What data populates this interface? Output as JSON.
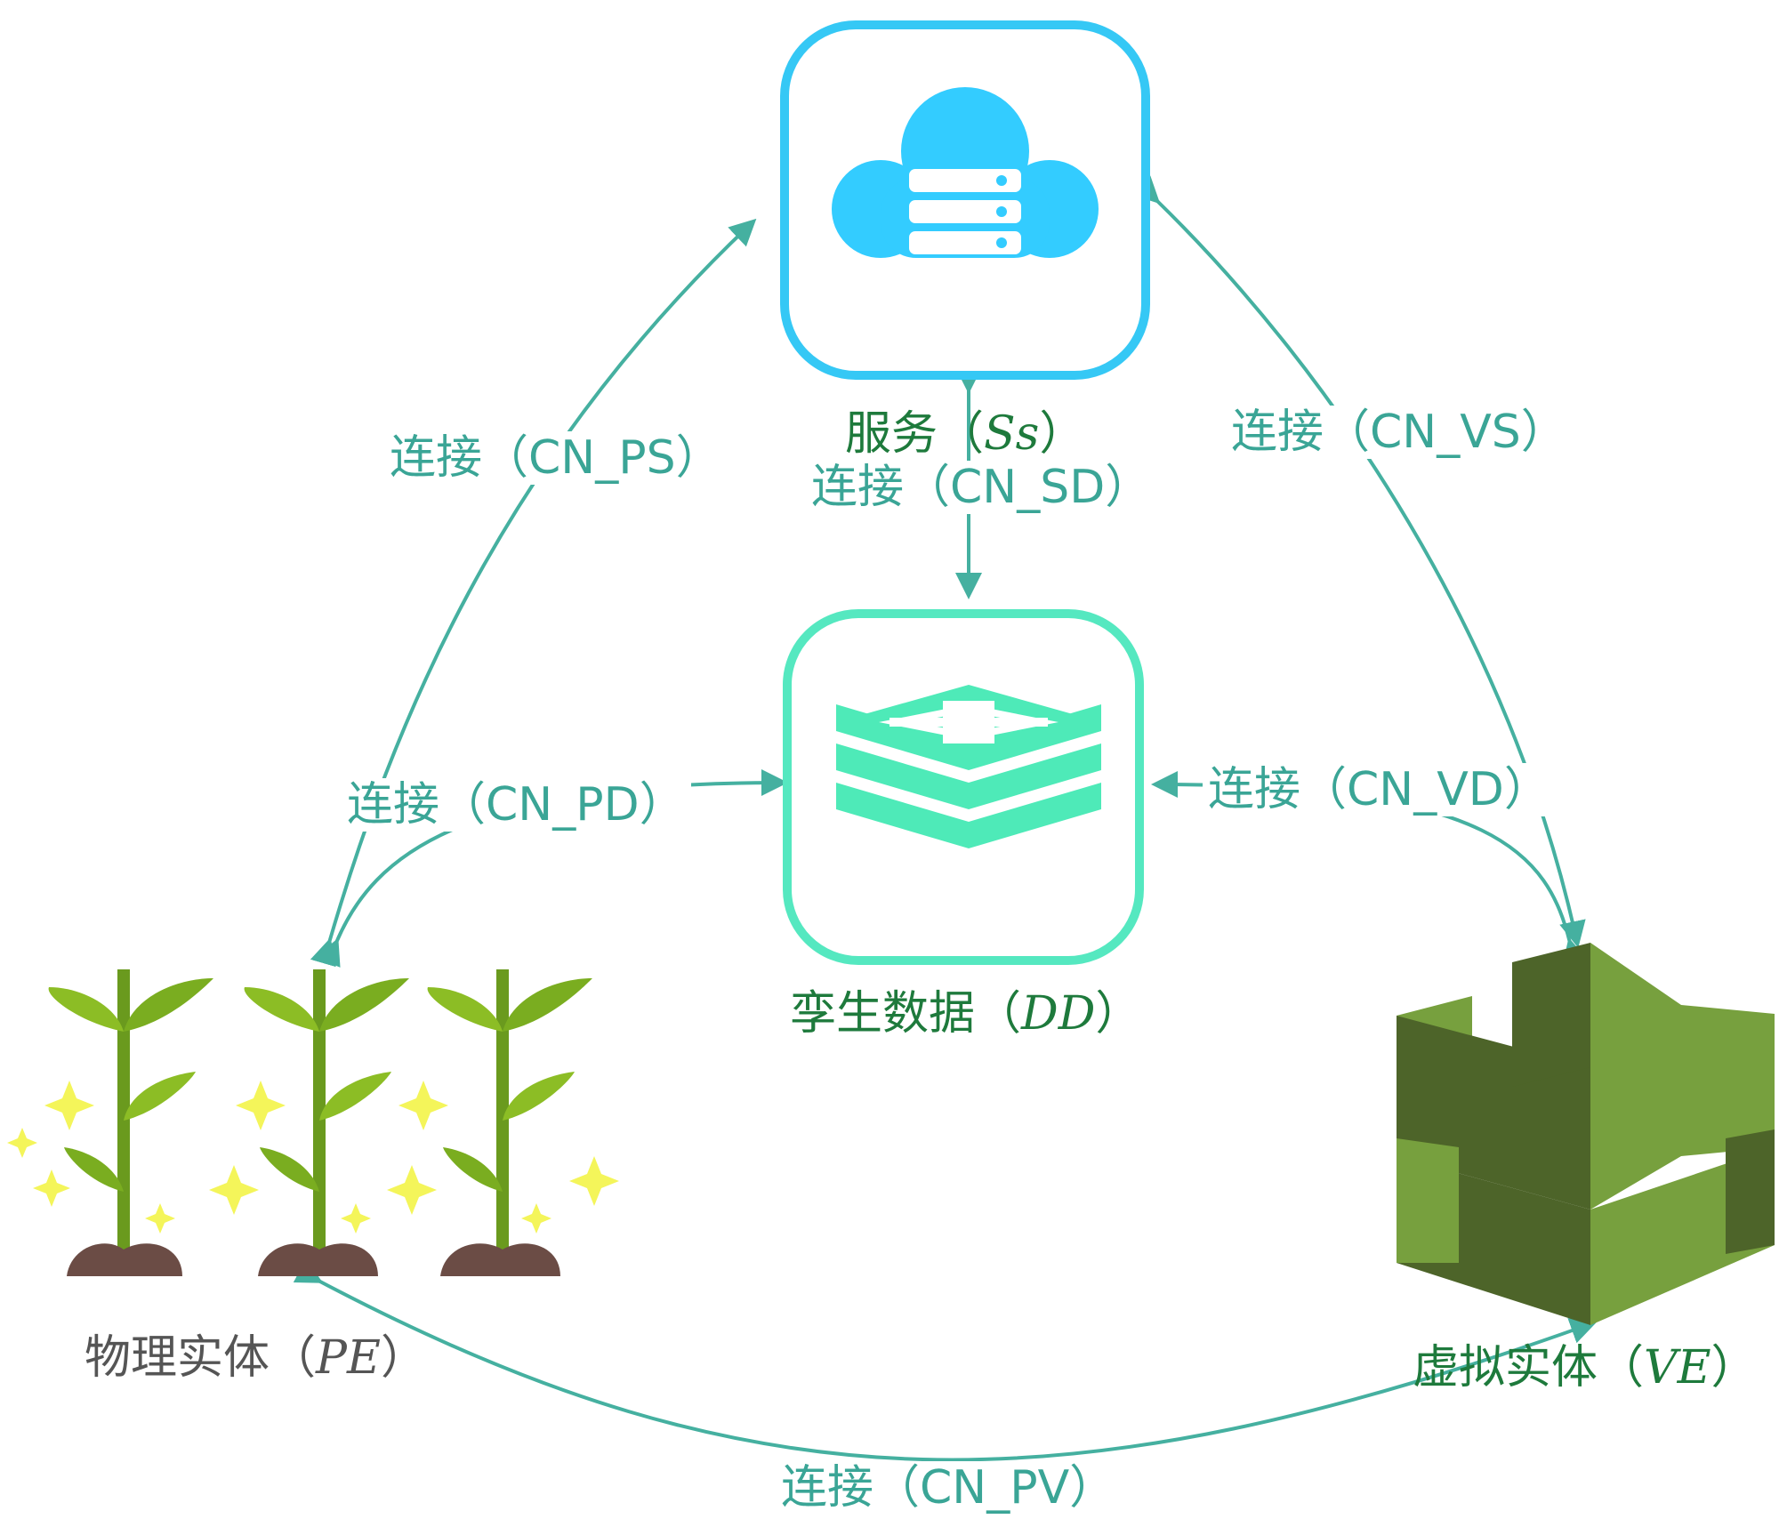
{
  "colors": {
    "edge": "#45b0a0",
    "edge_label": "#3aa596",
    "service_border": "#35c8f5",
    "service_icon": "#33ccff",
    "data_border": "#55e8c0",
    "data_icon": "#4eeab8",
    "node_label_green": "#1e7a3c",
    "node_label_gray": "#555555",
    "leaf_light": "#8cbd25",
    "leaf_dark": "#6a9a1e",
    "soil": "#6b4c45",
    "sparkle": "#f4f55a",
    "cube_light": "#77a03e",
    "cube_dark": "#4d6429"
  },
  "nodes": {
    "service": {
      "name": "服务",
      "symbol": "Ss",
      "icon": "cloud-server-icon"
    },
    "twin_data": {
      "name": "孪生数据",
      "symbol": "DD",
      "icon": "database-stack-icon"
    },
    "physical": {
      "name": "物理实体",
      "symbol": "PE",
      "icon": "seedlings-icon"
    },
    "virtual": {
      "name": "虚拟实体",
      "symbol": "VE",
      "icon": "virtual-cube-icon"
    }
  },
  "edges": {
    "cn_ps": "连接（CN_PS）",
    "cn_sd": "连接（CN_SD）",
    "cn_vs": "连接（CN_VS）",
    "cn_pd": "连接（CN_PD）",
    "cn_vd": "连接（CN_VD）",
    "cn_pv": "连接（CN_PV）"
  }
}
